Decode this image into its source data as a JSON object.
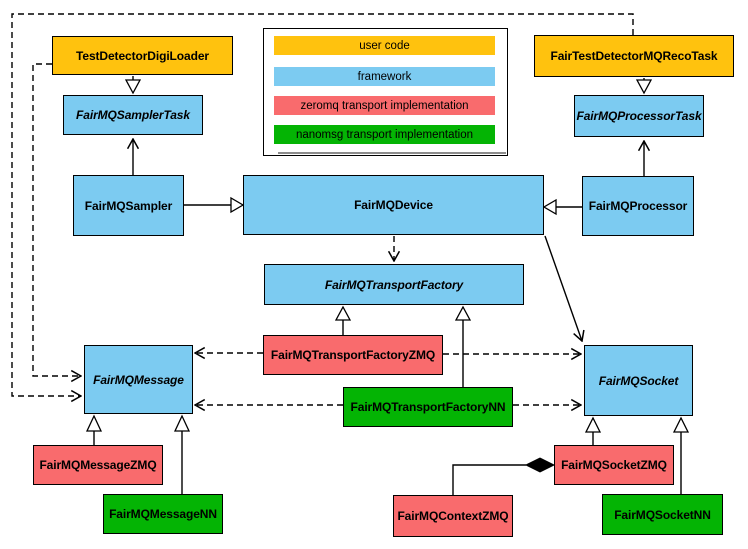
{
  "legend": {
    "items": [
      {
        "label": "user code",
        "category": "user_code"
      },
      {
        "label": "framework",
        "category": "framework"
      },
      {
        "label": "zeromq transport implementation",
        "category": "zeromq"
      },
      {
        "label": "nanomsg transport implementation",
        "category": "nanomsg"
      }
    ]
  },
  "nodes": {
    "digiLoader": {
      "label": "TestDetectorDigiLoader",
      "category": "user_code",
      "abstract": false
    },
    "recoTask": {
      "label": "FairTestDetectorMQRecoTask",
      "category": "user_code",
      "abstract": false
    },
    "samplerTask": {
      "label": "FairMQSamplerTask",
      "category": "framework",
      "abstract": true
    },
    "processorTask": {
      "label": "FairMQProcessorTask",
      "category": "framework",
      "abstract": true
    },
    "sampler": {
      "label": "FairMQSampler",
      "category": "framework",
      "abstract": false
    },
    "device": {
      "label": "FairMQDevice",
      "category": "framework",
      "abstract": false
    },
    "processor": {
      "label": "FairMQProcessor",
      "category": "framework",
      "abstract": false
    },
    "transportFactory": {
      "label": "FairMQTransportFactory",
      "category": "framework",
      "abstract": true
    },
    "transportFactoryZMQ": {
      "label": "FairMQTransportFactoryZMQ",
      "category": "zeromq",
      "abstract": false
    },
    "transportFactoryNN": {
      "label": "FairMQTransportFactoryNN",
      "category": "nanomsg",
      "abstract": false
    },
    "message": {
      "label": "FairMQMessage",
      "category": "framework",
      "abstract": true
    },
    "socket": {
      "label": "FairMQSocket",
      "category": "framework",
      "abstract": true
    },
    "messageZMQ": {
      "label": "FairMQMessageZMQ",
      "category": "zeromq",
      "abstract": false
    },
    "messageNN": {
      "label": "FairMQMessageNN",
      "category": "nanomsg",
      "abstract": false
    },
    "socketZMQ": {
      "label": "FairMQSocketZMQ",
      "category": "zeromq",
      "abstract": false
    },
    "socketNN": {
      "label": "FairMQSocketNN",
      "category": "nanomsg",
      "abstract": false
    },
    "contextZMQ": {
      "label": "FairMQContextZMQ",
      "category": "zeromq",
      "abstract": false
    }
  },
  "edges": [
    {
      "from": "TestDetectorDigiLoader",
      "to": "FairMQSamplerTask",
      "type": "inheritance"
    },
    {
      "from": "FairTestDetectorMQRecoTask",
      "to": "FairMQProcessorTask",
      "type": "inheritance"
    },
    {
      "from": "FairMQSampler",
      "to": "FairMQDevice",
      "type": "inheritance"
    },
    {
      "from": "FairMQProcessor",
      "to": "FairMQDevice",
      "type": "inheritance"
    },
    {
      "from": "FairMQSampler",
      "to": "FairMQSamplerTask",
      "type": "association"
    },
    {
      "from": "FairMQProcessor",
      "to": "FairMQProcessorTask",
      "type": "association"
    },
    {
      "from": "FairMQDevice",
      "to": "FairMQTransportFactory",
      "type": "dependency"
    },
    {
      "from": "FairMQDevice",
      "to": "FairMQSocket",
      "type": "association"
    },
    {
      "from": "TestDetectorDigiLoader",
      "to": "FairMQMessage",
      "type": "dependency"
    },
    {
      "from": "FairTestDetectorMQRecoTask",
      "to": "FairMQMessage",
      "type": "dependency"
    },
    {
      "from": "FairMQTransportFactoryZMQ",
      "to": "FairMQTransportFactory",
      "type": "inheritance"
    },
    {
      "from": "FairMQTransportFactoryNN",
      "to": "FairMQTransportFactory",
      "type": "inheritance"
    },
    {
      "from": "FairMQTransportFactoryZMQ",
      "to": "FairMQMessage",
      "type": "dependency"
    },
    {
      "from": "FairMQTransportFactoryZMQ",
      "to": "FairMQSocket",
      "type": "dependency"
    },
    {
      "from": "FairMQTransportFactoryNN",
      "to": "FairMQMessage",
      "type": "dependency"
    },
    {
      "from": "FairMQTransportFactoryNN",
      "to": "FairMQSocket",
      "type": "dependency"
    },
    {
      "from": "FairMQMessageZMQ",
      "to": "FairMQMessage",
      "type": "inheritance"
    },
    {
      "from": "FairMQMessageNN",
      "to": "FairMQMessage",
      "type": "inheritance"
    },
    {
      "from": "FairMQSocketZMQ",
      "to": "FairMQSocket",
      "type": "inheritance"
    },
    {
      "from": "FairMQSocketNN",
      "to": "FairMQSocket",
      "type": "inheritance"
    },
    {
      "from": "FairMQSocketZMQ",
      "to": "FairMQContextZMQ",
      "type": "composition"
    }
  ],
  "colors": {
    "user_code": "#FFC20E",
    "framework": "#7CCBF1",
    "zeromq": "#F96B6D",
    "nanomsg": "#04B404",
    "node_border": "#000000",
    "legend_border": "#000000",
    "legend_shadow": "#8C8C8C",
    "line": "#000000",
    "background": "#FFFFFF"
  }
}
